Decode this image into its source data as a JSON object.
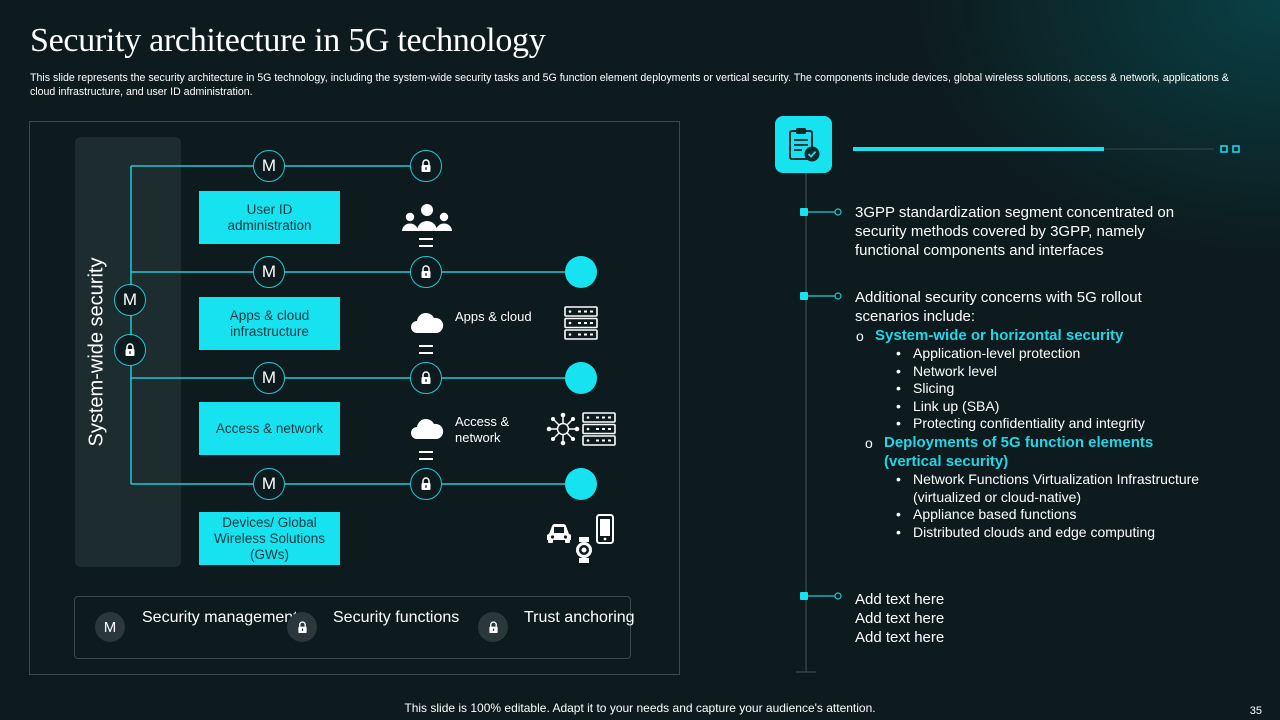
{
  "slide": {
    "title": "Security architecture in 5G technology",
    "subtitle": "This slide represents the security architecture in 5G technology, including the system-wide security tasks and 5G function element deployments or vertical security. The components include devices, global wireless solutions, access & network, applications & cloud infrastructure, and user ID administration.",
    "footer": "This slide is 100% editable. Adapt it to your needs and capture your audience's attention.",
    "page_number": "35"
  },
  "diagram": {
    "sidebar_label": "System-wide security",
    "node_m": "M",
    "boxes": [
      "User ID administration",
      "Apps & cloud infrastructure",
      "Access & network",
      "Devices/ Global Wireless Solutions (GWs)"
    ],
    "apps_cloud_label": "Apps & cloud",
    "access_network_label": "Access & network",
    "icons": [
      "lock-icon",
      "users-icon",
      "cloud-icon",
      "server-icon",
      "network-hub-icon",
      "car-icon",
      "smartwatch-icon",
      "smartphone-icon",
      "clipboard-check-icon"
    ]
  },
  "legend": {
    "items": [
      {
        "symbol": "M",
        "label": "Security management"
      },
      {
        "symbol": "lock",
        "label": "Security functions"
      },
      {
        "symbol": "lock",
        "label": "Trust anchoring"
      }
    ]
  },
  "right_panel": {
    "point1": "3GPP standardization segment concentrated on security methods covered by 3GPP, namely functional components and interfaces",
    "point2_intro": "Additional security concerns with 5G rollout scenarios include:",
    "system_wide_heading": "System-wide or horizontal security",
    "system_wide_items": [
      "Application-level protection",
      "Network level",
      "Slicing",
      "Link up (SBA)",
      "Protecting confidentiality and integrity"
    ],
    "deployments_heading": "Deployments of 5G function elements (vertical security)",
    "deployments_items": [
      "Network Functions Virtualization Infrastructure (virtualized or cloud-native)",
      "Appliance based functions",
      "Distributed clouds and edge computing"
    ],
    "add_text": [
      "Add text here",
      "Add text here",
      "Add text here"
    ],
    "sub_marker": "o"
  },
  "colors": {
    "accent": "#17e3f0",
    "background": "#0d1b1e",
    "heading_accent": "#21d6e6"
  }
}
